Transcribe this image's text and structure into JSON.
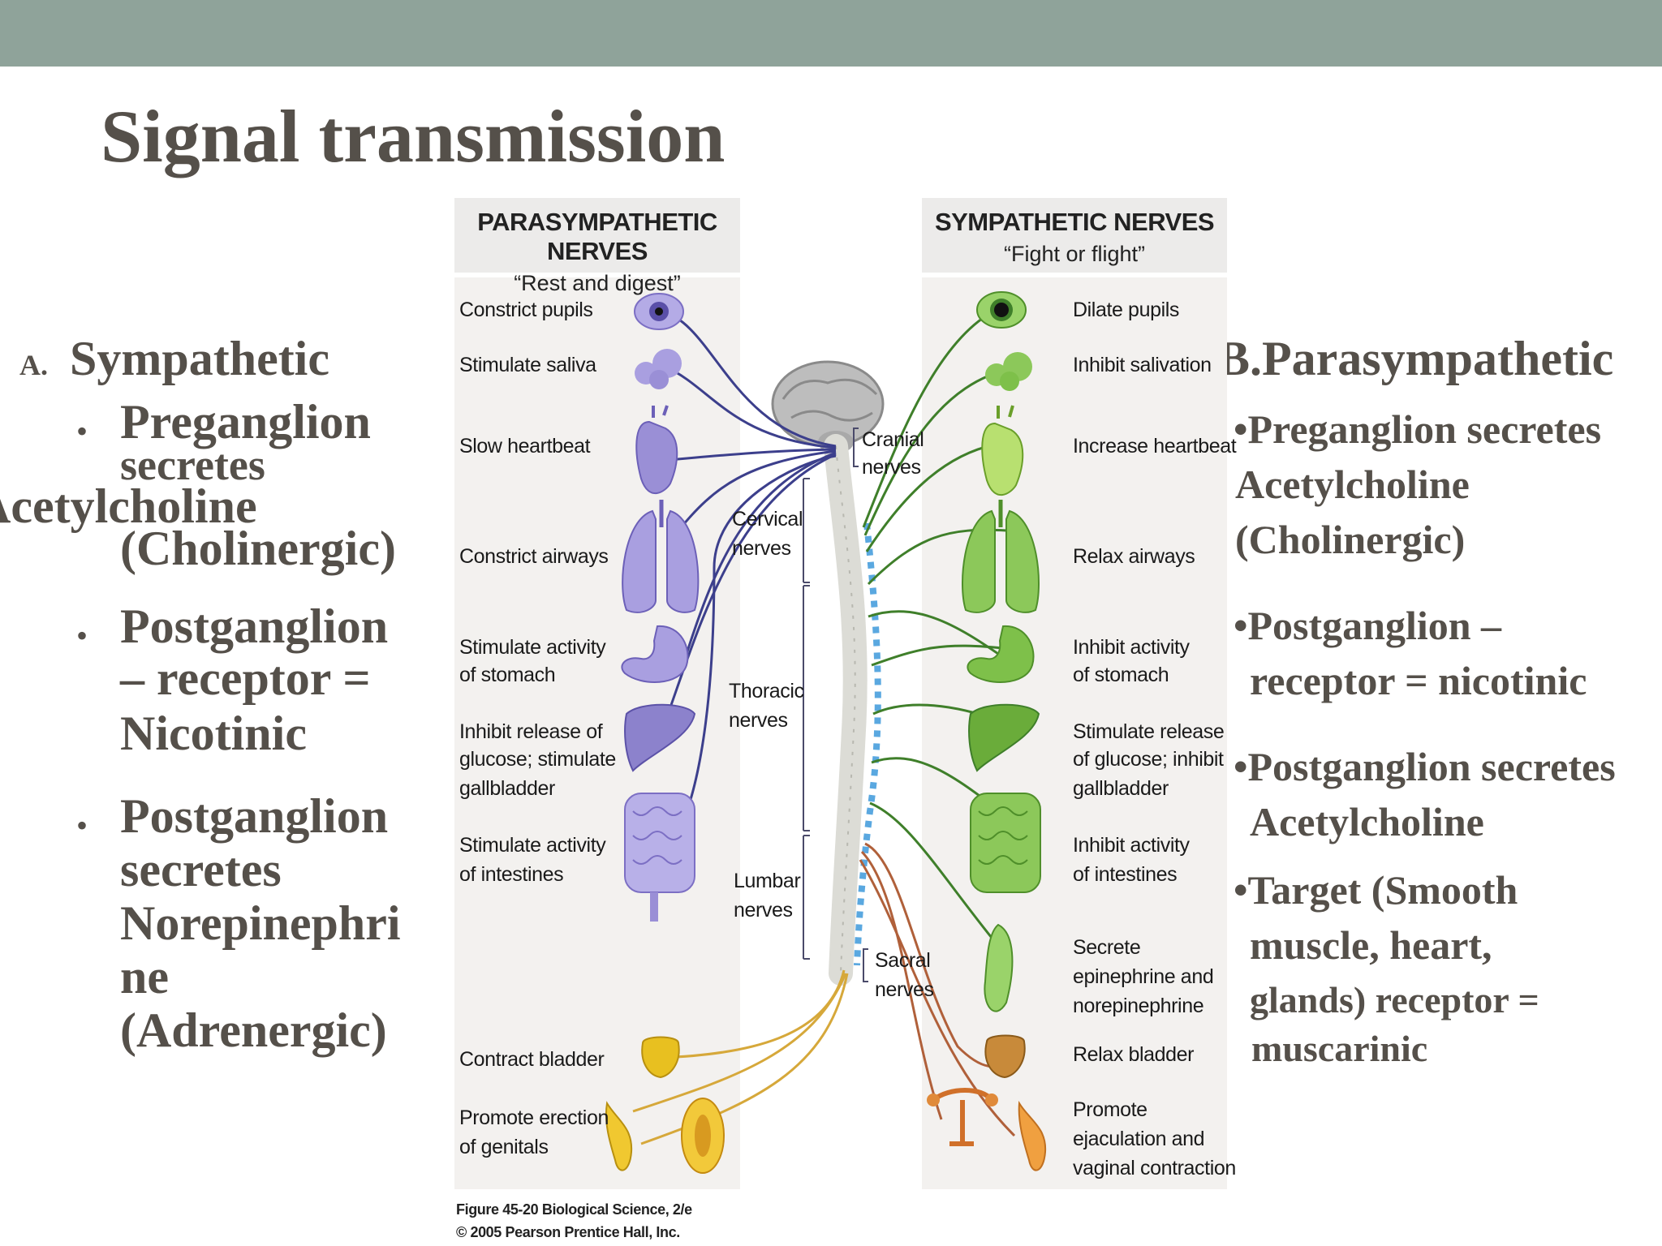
{
  "slide": {
    "title": "Signal transmission",
    "left": {
      "heading_letter": "A.",
      "heading": "Sympathetic",
      "b1_l1": "Preganglion",
      "b1_l2": "secretes",
      "b1_l3": "Acetylcholine",
      "b1_l4": "(Cholinergic)",
      "b2_l1": "Postganglion",
      "b2_l2": "– receptor =",
      "b2_l3": "Nicotinic",
      "b3_l1": "Postganglion",
      "b3_l2": "secretes",
      "b3_l3": "Norepinephri",
      "b3_l4": "ne",
      "b3_l5": "(Adrenergic)"
    },
    "right": {
      "heading": "B.Parasympathetic",
      "r1_l1": "•Preganglion secretes",
      "r1_l2": "Acetylcholine",
      "r1_l3": "(Cholinergic)",
      "r2_l1": "•Postganglion –",
      "r2_l2": "receptor = nicotinic",
      "r3_l1": "•Postganglion secretes",
      "r3_l2": "Acetylcholine",
      "r4_l1": "•Target (Smooth",
      "r4_l2": "muscle, heart,",
      "r4_l3": "glands) receptor =",
      "r4_l4": "muscarinic"
    }
  },
  "figure": {
    "para_title": "PARASYMPATHETIC NERVES",
    "para_sub": "“Rest and digest”",
    "symp_title": "SYMPATHETIC NERVES",
    "symp_sub": "“Fight or flight”",
    "para_labels": {
      "a": "Constrict pupils",
      "b": "Stimulate saliva",
      "c": "Slow heartbeat",
      "d": "Constrict airways",
      "e1": "Stimulate activity",
      "e2": "of stomach",
      "f1": "Inhibit release of",
      "f2": "glucose; stimulate",
      "f3": "gallbladder",
      "g1": "Stimulate activity",
      "g2": "of intestines",
      "h": "Contract bladder",
      "i1": "Promote erection",
      "i2": "of genitals"
    },
    "symp_labels": {
      "a": "Dilate pupils",
      "b": "Inhibit salivation",
      "c": "Increase heartbeat",
      "d": "Relax airways",
      "e1": "Inhibit activity",
      "e2": "of stomach",
      "f1": "Stimulate release",
      "f2": "of glucose; inhibit",
      "f3": "gallbladder",
      "g1": "Inhibit activity",
      "g2": "of intestines",
      "h1": "Secrete",
      "h2": "epinephrine and",
      "h3": "norepinephrine",
      "i": "Relax bladder",
      "j1": "Promote",
      "j2": "ejaculation and",
      "j3": "vaginal contraction"
    },
    "nerve_labels": {
      "cranial1": "Cranial",
      "cranial2": "nerves",
      "cervical1": "Cervical",
      "cervical2": "nerves",
      "thoracic1": "Thoracic",
      "thoracic2": "nerves",
      "lumbar1": "Lumbar",
      "lumbar2": "nerves",
      "sacral1": "Sacral",
      "sacral2": "nerves"
    },
    "credit_l1": "Figure 45-20  Biological Science, 2/e",
    "credit_l2": "© 2005 Pearson Prentice Hall, Inc.",
    "colors": {
      "para_organ": "#9a8fd6",
      "symp_organ": "#7ec04a",
      "para_nerve": "#3c3f8c",
      "symp_nerve": "#3f7f2a",
      "sacral_nerve": "#d6a83a",
      "lumbar_symp_nerve": "#b0603a",
      "bladder_para": "#e8c020",
      "bladder_symp": "#c88a3a"
    }
  }
}
